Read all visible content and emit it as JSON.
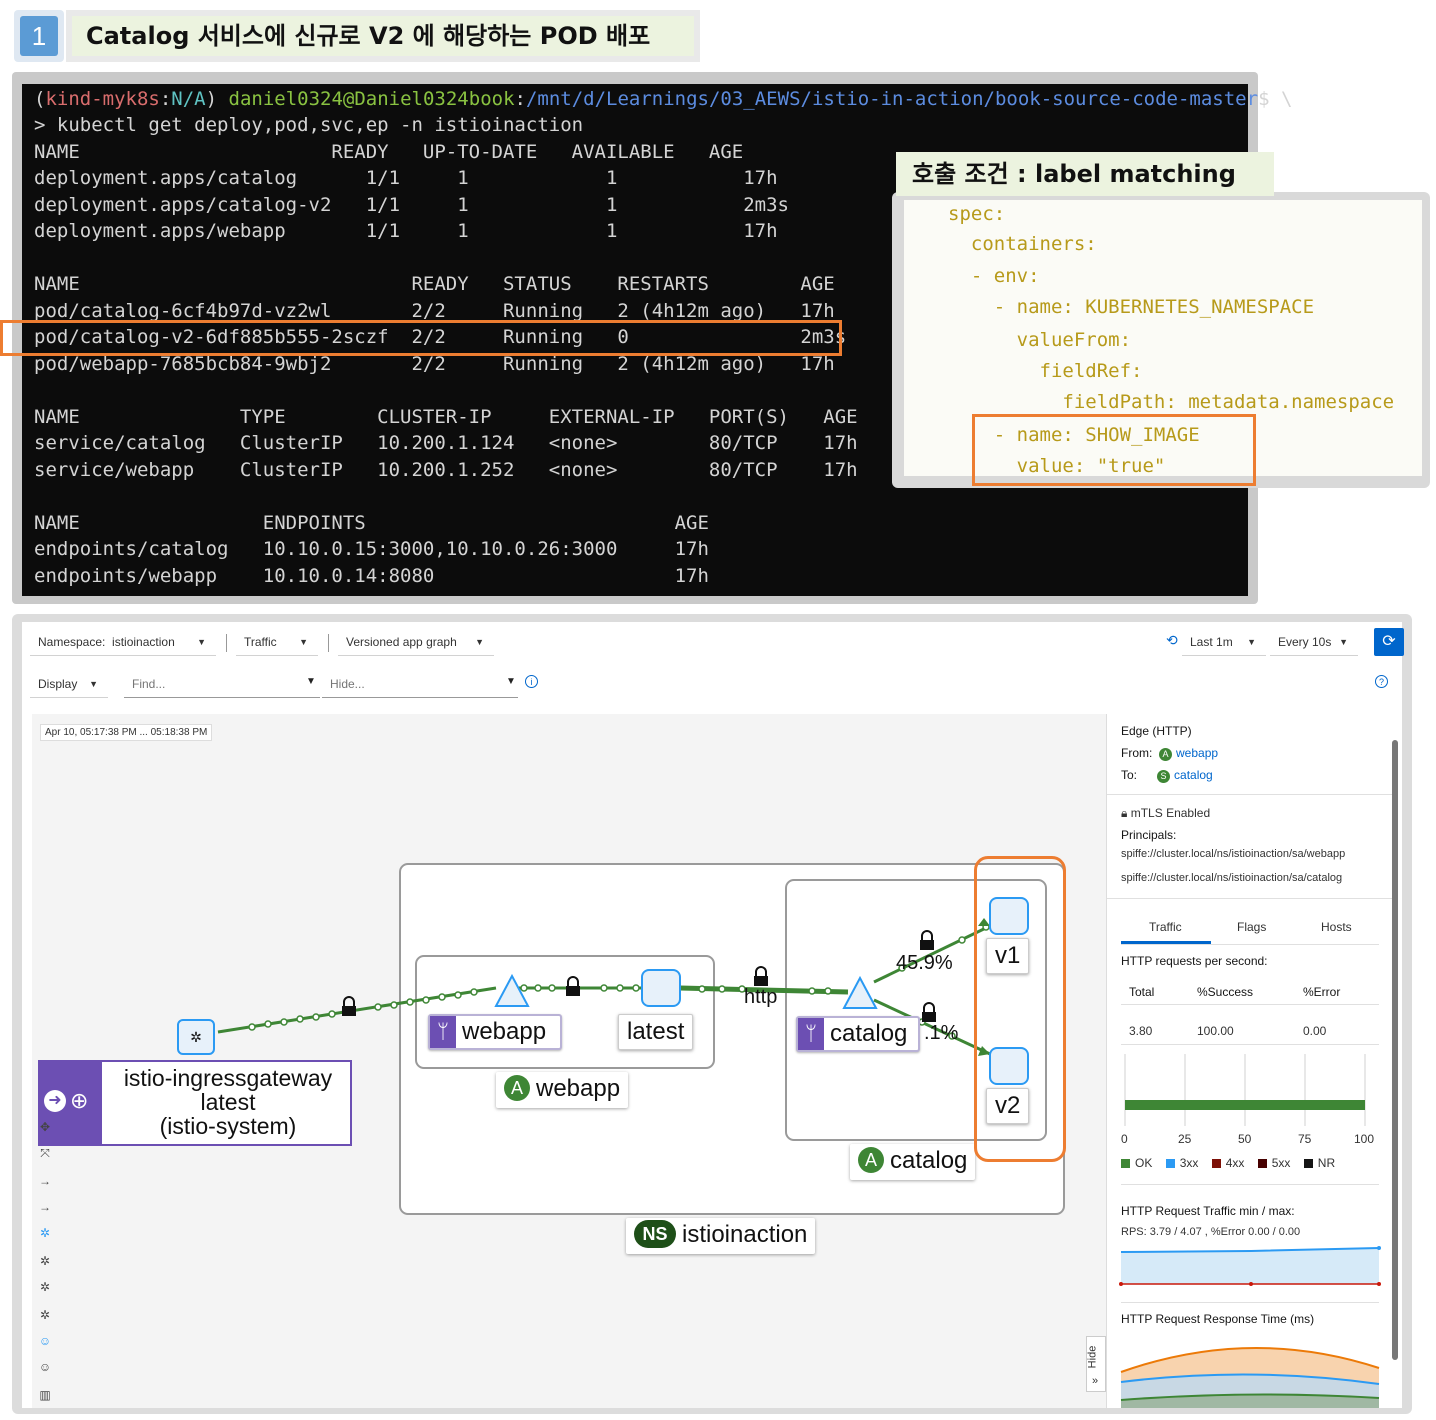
{
  "header": {
    "step_number": "1",
    "title": "Catalog 서비스에 신규로 V2 에 해당하는 POD 배포"
  },
  "terminal": {
    "prompt": {
      "ctx_open": "(",
      "ctx_kind": "kind-myk8s",
      "ctx_sep": ":",
      "ctx_ns": "N/A",
      "ctx_close": ")",
      "user": "daniel0324@Daniel0324book",
      "path_colon": ":",
      "path": "/mnt/d/Learnings/03_AEWS/istio-in-action/book-source-code-master",
      "tail": "$ \\"
    },
    "command": "> kubectl get deploy,pod,svc,ep -n istioinaction",
    "lines": [
      "NAME                      READY   UP-TO-DATE   AVAILABLE   AGE",
      "deployment.apps/catalog      1/1     1            1           17h",
      "deployment.apps/catalog-v2   1/1     1            1           2m3s",
      "deployment.apps/webapp       1/1     1            1           17h",
      "",
      "NAME                             READY   STATUS    RESTARTS        AGE",
      "pod/catalog-6cf4b97d-vz2wl       2/2     Running   2 (4h12m ago)   17h",
      "pod/catalog-v2-6df885b555-2sczf  2/2     Running   0               2m3s",
      "pod/webapp-7685bcb84-9wbj2       2/2     Running   2 (4h12m ago)   17h",
      "",
      "NAME              TYPE        CLUSTER-IP     EXTERNAL-IP   PORT(S)   AGE",
      "service/catalog   ClusterIP   10.200.1.124   <none>        80/TCP    17h",
      "service/webapp    ClusterIP   10.200.1.252   <none>        80/TCP    17h",
      "",
      "NAME                ENDPOINTS                           AGE",
      "endpoints/catalog   10.10.0.15:3000,10.10.0.26:3000     17h",
      "endpoints/webapp    10.10.0.14:8080                     17h"
    ]
  },
  "yaml_callout": {
    "label": "호출 조건 : label matching",
    "lines": [
      "spec:",
      "  containers:",
      "  - env:",
      "    - name: KUBERNETES_NAMESPACE",
      "      valueFrom:",
      "        fieldRef:",
      "          fieldPath: metadata.namespace",
      "    - name: SHOW_IMAGE",
      "      value: \"true\""
    ]
  },
  "kiali": {
    "toolbar": {
      "namespace_label": "Namespace:",
      "namespace_value": "istioinaction",
      "traffic": "Traffic",
      "graph_type": "Versioned app graph",
      "last": "Last 1m",
      "every": "Every 10s",
      "display": "Display",
      "find_placeholder": "Find...",
      "hide_placeholder": "Hide..."
    },
    "timestamp": "Apr 10, 05:17:38 PM ... 05:18:38 PM",
    "graph": {
      "gateway": {
        "name": "istio-ingressgateway",
        "version": "latest",
        "namespace": "(istio-system)"
      },
      "webapp_workload": "webapp",
      "webapp_version": "latest",
      "webapp_app": "webapp",
      "edge_protocol": "http",
      "catalog_workload": "catalog",
      "catalog_app": "catalog",
      "v1_label": "v1",
      "v2_label": "v2",
      "v1_share": "45.9%",
      "v2_share_partial": ".1%",
      "namespace_badge": "NS",
      "app_badge": "A",
      "namespace": "istioinaction"
    },
    "side_panel": {
      "title": "Edge (HTTP)",
      "from_label": "From:",
      "from_value": "webapp",
      "from_badge": "A",
      "to_label": "To:",
      "to_value": "catalog",
      "to_badge": "S",
      "mtls": "mTLS Enabled",
      "principals_label": "Principals:",
      "principal_1": "spiffe://cluster.local/ns/istioinaction/sa/webapp",
      "principal_2": "spiffe://cluster.local/ns/istioinaction/sa/catalog",
      "tabs": [
        "Traffic",
        "Flags",
        "Hosts"
      ],
      "rps_title": "HTTP requests per second:",
      "table_headers": [
        "Total",
        "%Success",
        "%Error"
      ],
      "table_values": [
        "3.80",
        "100.00",
        "0.00"
      ],
      "axis_ticks": [
        "0",
        "25",
        "50",
        "75",
        "100"
      ],
      "legend": [
        {
          "label": "OK",
          "color": "#3e8635"
        },
        {
          "label": "3xx",
          "color": "#2b9af3"
        },
        {
          "label": "4xx",
          "color": "#7d1007"
        },
        {
          "label": "5xx",
          "color": "#470000"
        },
        {
          "label": "NR",
          "color": "#151515"
        }
      ],
      "ok_percent": 100,
      "minmax_title": "HTTP Request Traffic min / max:",
      "minmax_value": "RPS: 3.79 / 4.07 , %Error 0.00 / 0.00",
      "response_title": "HTTP Request Response Time (ms)",
      "hide": "Hide"
    }
  },
  "colors": {
    "highlight": "#ed7d31",
    "edge_green": "#3e8635",
    "version_purple": "#6c4fb3",
    "terminal_bg": "#0c0c0c"
  }
}
